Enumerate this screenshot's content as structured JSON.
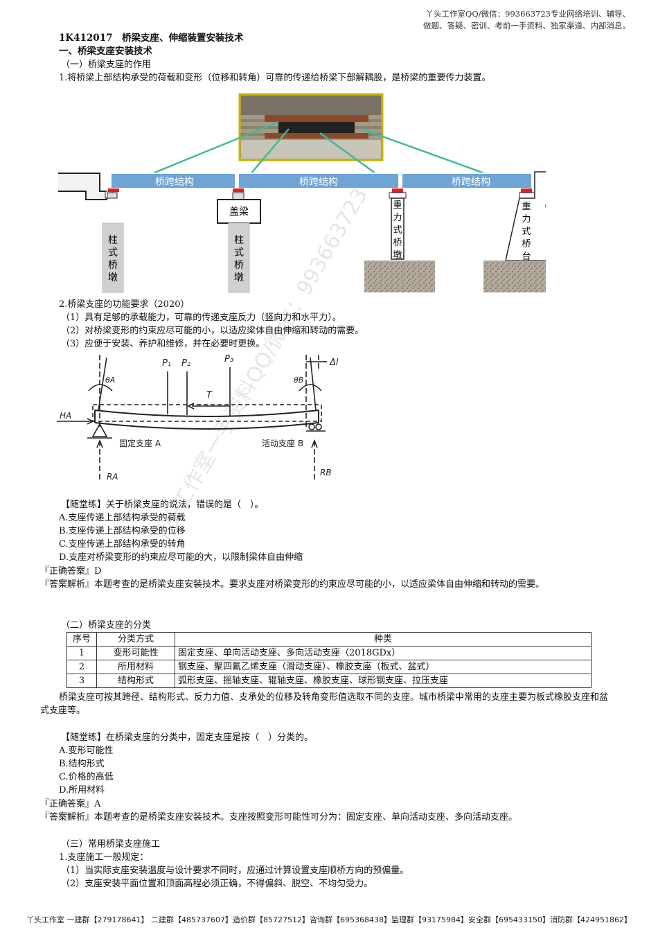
{
  "header": {
    "line1": "丫头工作室QQ/微信：993663723专业网络培训、辅导、",
    "line2": "做题、答疑、密训、考前一手资料、独家渠道、内部消息。"
  },
  "watermark": "丫头工作室一手资料QQ/微信：993663723",
  "title": "1K412017　桥梁支座、伸缩装置安装技术",
  "section1": "一、桥梁支座安装技术",
  "sub1": "（一）桥梁支座的作用",
  "p1": "1.将桥梁上部结构承受的荷载和变形（位移和转角）可靠的传递给桥梁下部解耦股，是桥梁的重要传力装置。",
  "fig1": {
    "span_label": "桥跨结构",
    "cap_beam": "盖梁",
    "pier1": [
      "柱",
      "式",
      "桥",
      "墩"
    ],
    "pier3": [
      "重",
      "力",
      "式",
      "桥",
      "墩"
    ],
    "abut": [
      "重",
      "力",
      "式",
      "桥",
      "台"
    ]
  },
  "p2": "2.桥梁支座的功能要求（2020）",
  "req": [
    "（1）具有足够的承载能力，可靠的传递支座反力（竖向力和水平力）。",
    "（2）对桥梁变形的约束应尽可能的小，以适应梁体自由伸缩和转动的需要。",
    "（3）应便于安装、养护和维修，并在必要时更换。"
  ],
  "fig2": {
    "p1": "P₁",
    "p2": "P₂",
    "p3": "P₃",
    "t": "T",
    "dl": "Δl",
    "theta_a": "θA",
    "theta_b": "θB",
    "ha": "HA",
    "ra": "RA",
    "rb": "RB",
    "fixed": "固定支座 A",
    "movable": "活动支座 B"
  },
  "q1": {
    "stem": "【随堂练】关于桥梁支座的说法，错误的是（　）。",
    "options": [
      "A.支座传递上部结构承受的荷载",
      "B.支座传递上部结构承受的位移",
      "C.支座传递上部结构承受的转角",
      "D.支座对桥梁变形的约束应尽可能的大，以限制梁体自由伸缩"
    ],
    "answer": "『正确答案』D",
    "analysis": "『答案解析』本题考查的是桥梁支座安装技术。要求支座对桥梁变形的约束应尽可能的小，以适应梁体自由伸缩和转动的需要。"
  },
  "sub2": "（二）桥梁支座的分类",
  "table": {
    "headers": [
      "序号",
      "分类方式",
      "种类"
    ],
    "rows": [
      [
        "1",
        "变形可能性",
        "固定支座、单向活动支座、多向活动支座（2018GDx）"
      ],
      [
        "2",
        "所用材料",
        "钢支座、聚四氟乙烯支座（滑动支座）、橡胶支座（板式、盆式）"
      ],
      [
        "3",
        "结构形式",
        "弧形支座、摇轴支座、辊轴支座、橡胶支座、球形钢支座、拉压支座"
      ]
    ]
  },
  "p3": "桥梁支座可按其跨径、结构形式、反力力值、支承处的位移及转角变形值选取不同的支座。城市桥梁中常用的支座主要为板式橡胶支座和盆式支座等。",
  "q2": {
    "stem": "【随堂练】在桥梁支座的分类中，固定支座是按（　）分类的。",
    "options": [
      "A.变形可能性",
      "B.结构形式",
      "C.价格的高低",
      "D.所用材料"
    ],
    "answer": "『正确答案』A",
    "analysis": "『答案解析』本题考查的是桥梁支座安装技术。支座按照变形可能性可分为：固定支座、单向活动支座、多向活动支座。"
  },
  "sub3": "（三）常用桥梁支座施工",
  "p4": "1.支座施工一般规定：",
  "rules": [
    "（1）当实际支座安装温度与设计要求不同时，应通过计算设置支座顺桥方向的预偏量。",
    "（2）支座安装平面位置和顶面高程必须正确，不得偏斜、脱空、不均匀受力。"
  ],
  "footer": "丫头工作室 一建群【279178641】 二建群【485737607】造价群【85727512】咨询群【695368438】监理群【93175984】安全群【695433150】消防群【424951862】"
}
